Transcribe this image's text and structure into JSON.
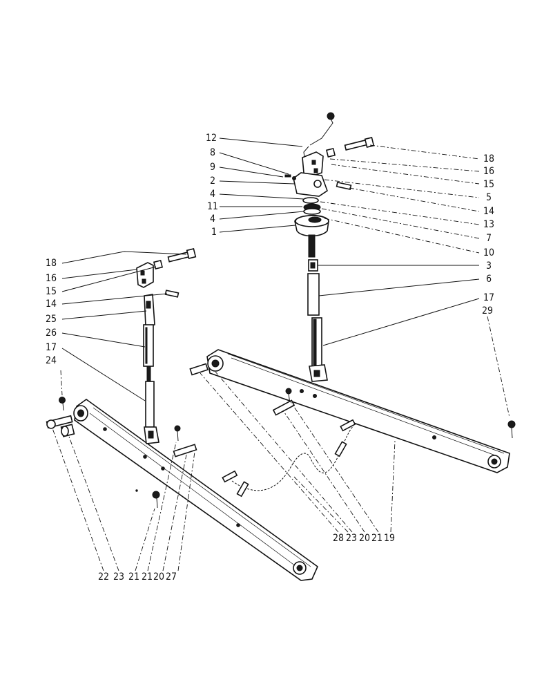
{
  "diagram": {
    "left_labels": [
      "12",
      "8",
      "9",
      "2",
      "4",
      "11",
      "4",
      "1",
      "18",
      "16",
      "15",
      "14",
      "25",
      "26",
      "17",
      "24"
    ],
    "right_labels": [
      "18",
      "16",
      "15",
      "5",
      "14",
      "13",
      "7",
      "10",
      "3",
      "6",
      "17",
      "29"
    ],
    "bottom_left_labels": [
      "22",
      "23",
      "21",
      "21",
      "20",
      "27"
    ],
    "bottom_right_labels": [
      "28",
      "23",
      "20",
      "21",
      "19"
    ]
  }
}
